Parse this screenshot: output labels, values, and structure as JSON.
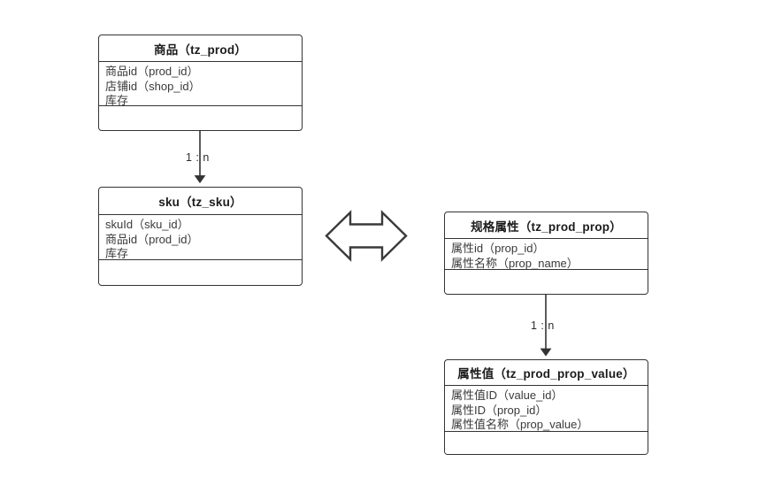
{
  "diagram": {
    "type": "er-class-diagram",
    "background_color": "#ffffff",
    "stroke_color": "#333333",
    "title_text_color": "#1b1b1b",
    "attr_text_color": "#3a3a3a",
    "entities": [
      {
        "id": "prod",
        "title": "商品（tz_prod）",
        "attributes": [
          "商品id（prod_id）",
          "店铺id（shop_id）",
          "库存"
        ],
        "footer": ""
      },
      {
        "id": "sku",
        "title": "sku（tz_sku）",
        "attributes": [
          "skuId（sku_id）",
          "商品id（prod_id）",
          "库存"
        ],
        "footer": ""
      },
      {
        "id": "prop",
        "title": "规格属性（tz_prod_prop）",
        "attributes": [
          "属性id（prop_id）",
          "属性名称（prop_name）"
        ],
        "footer": ""
      },
      {
        "id": "prop_value",
        "title": "属性值（tz_prod_prop_value）",
        "attributes": [
          "属性值ID（value_id）",
          "属性ID（prop_id）",
          "属性值名称（prop_value）"
        ],
        "footer": ""
      }
    ],
    "relationships": [
      {
        "id": "prod-to-sku",
        "from": "prod",
        "to": "sku",
        "label": "1 : n",
        "style": "arrow-down"
      },
      {
        "id": "prop-to-prop-value",
        "from": "prop",
        "to": "prop_value",
        "label": "1 : n",
        "style": "arrow-down"
      },
      {
        "id": "sku-to-prop",
        "from": "sku",
        "to": "prop",
        "label": "",
        "style": "double-headed-block-arrow"
      }
    ]
  }
}
